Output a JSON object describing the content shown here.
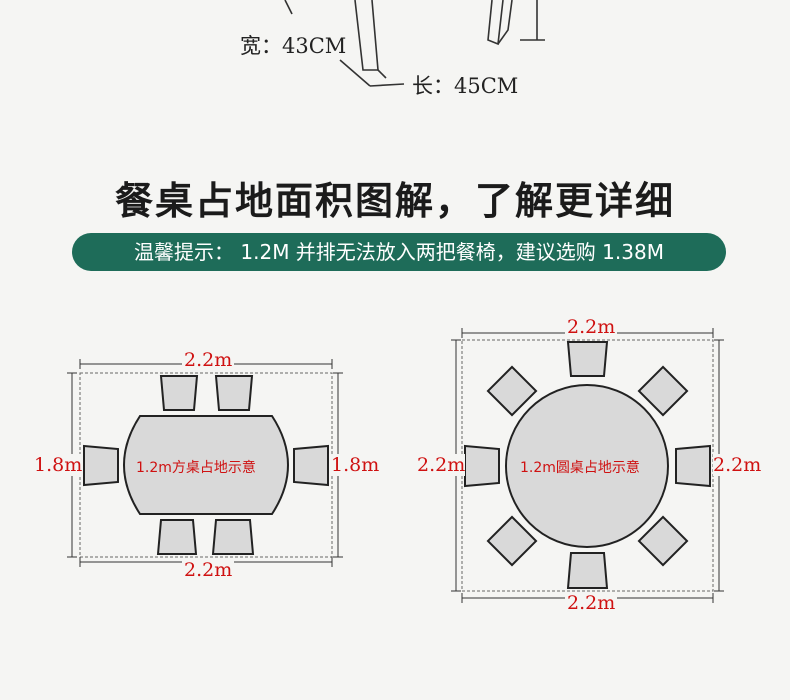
{
  "chair_dims": {
    "width_label": "宽：43CM",
    "length_label": "长：45CM"
  },
  "title": "餐桌占地面积图解，了解更详细",
  "tip": "温馨提示： 1.2M 并排无法放入两把餐椅，建议选购 1.38M",
  "rect_table": {
    "top_dim": "2.2m",
    "bottom_dim": "2.2m",
    "left_dim": "1.8m",
    "right_dim": "1.8m",
    "label": "1.2m方桌占地示意"
  },
  "round_table": {
    "top_dim": "2.2m",
    "bottom_dim": "2.2m",
    "left_dim": "2.2m",
    "right_dim": "2.2m",
    "label": "1.2m圆桌占地示意"
  },
  "colors": {
    "banner": "#1e6c59",
    "dimension_red": "#cf1111",
    "table_fill": "#d9d9d9",
    "outline": "#222222"
  }
}
